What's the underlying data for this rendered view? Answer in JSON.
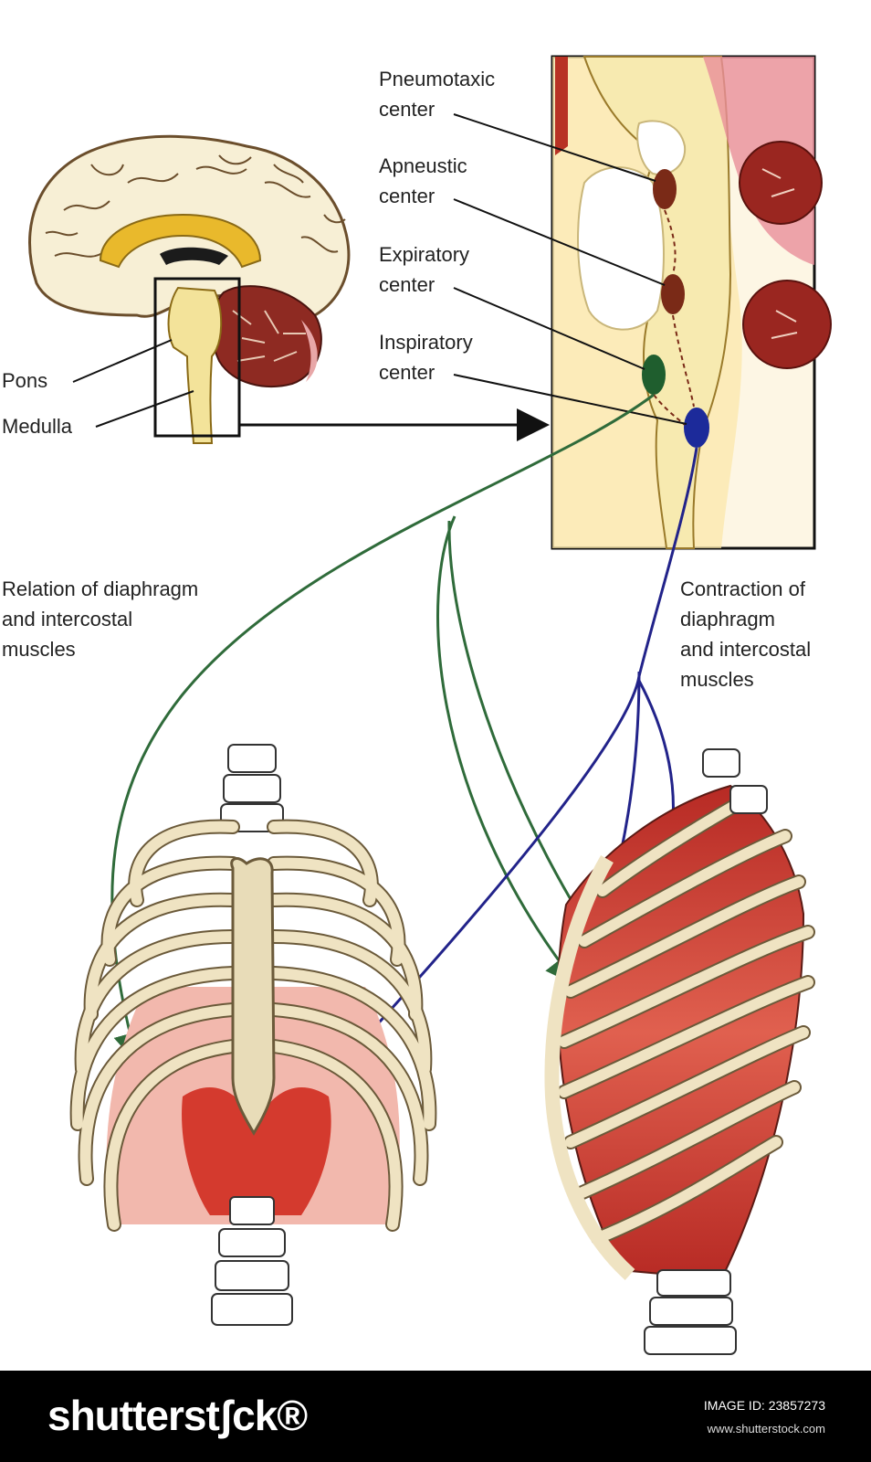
{
  "labels": {
    "pons": "Pons",
    "medulla": "Medulla",
    "pneumotaxic": [
      "Pneumotaxic",
      "center"
    ],
    "apneustic": [
      "Apneustic",
      "center"
    ],
    "expiratory": [
      "Expiratory",
      "center"
    ],
    "inspiratory": [
      "Inspiratory",
      "center"
    ],
    "relation": [
      "Relation of diaphragm",
      "and intercostal",
      "muscles"
    ],
    "contraction": [
      "Contraction of",
      "diaphragm",
      "and intercostal",
      "muscles"
    ]
  },
  "footer": {
    "brand": "shutterstʃck®",
    "image_id": "IMAGE ID: 23857273",
    "site": "www.shutterstock.com"
  },
  "colors": {
    "green_nerve": "#2f6b3a",
    "blue_nerve": "#22238a",
    "muscle_red": "#c8322b",
    "bone": "#efe3c2",
    "brain_fill": "#f7efd5",
    "corpus_callosum": "#e9b92c",
    "cerebellum": "#8e2a22",
    "center_brown": "#7a2a17",
    "expiratory_green": "#1f5e2e",
    "inspiratory_blue": "#1c2a9a"
  }
}
